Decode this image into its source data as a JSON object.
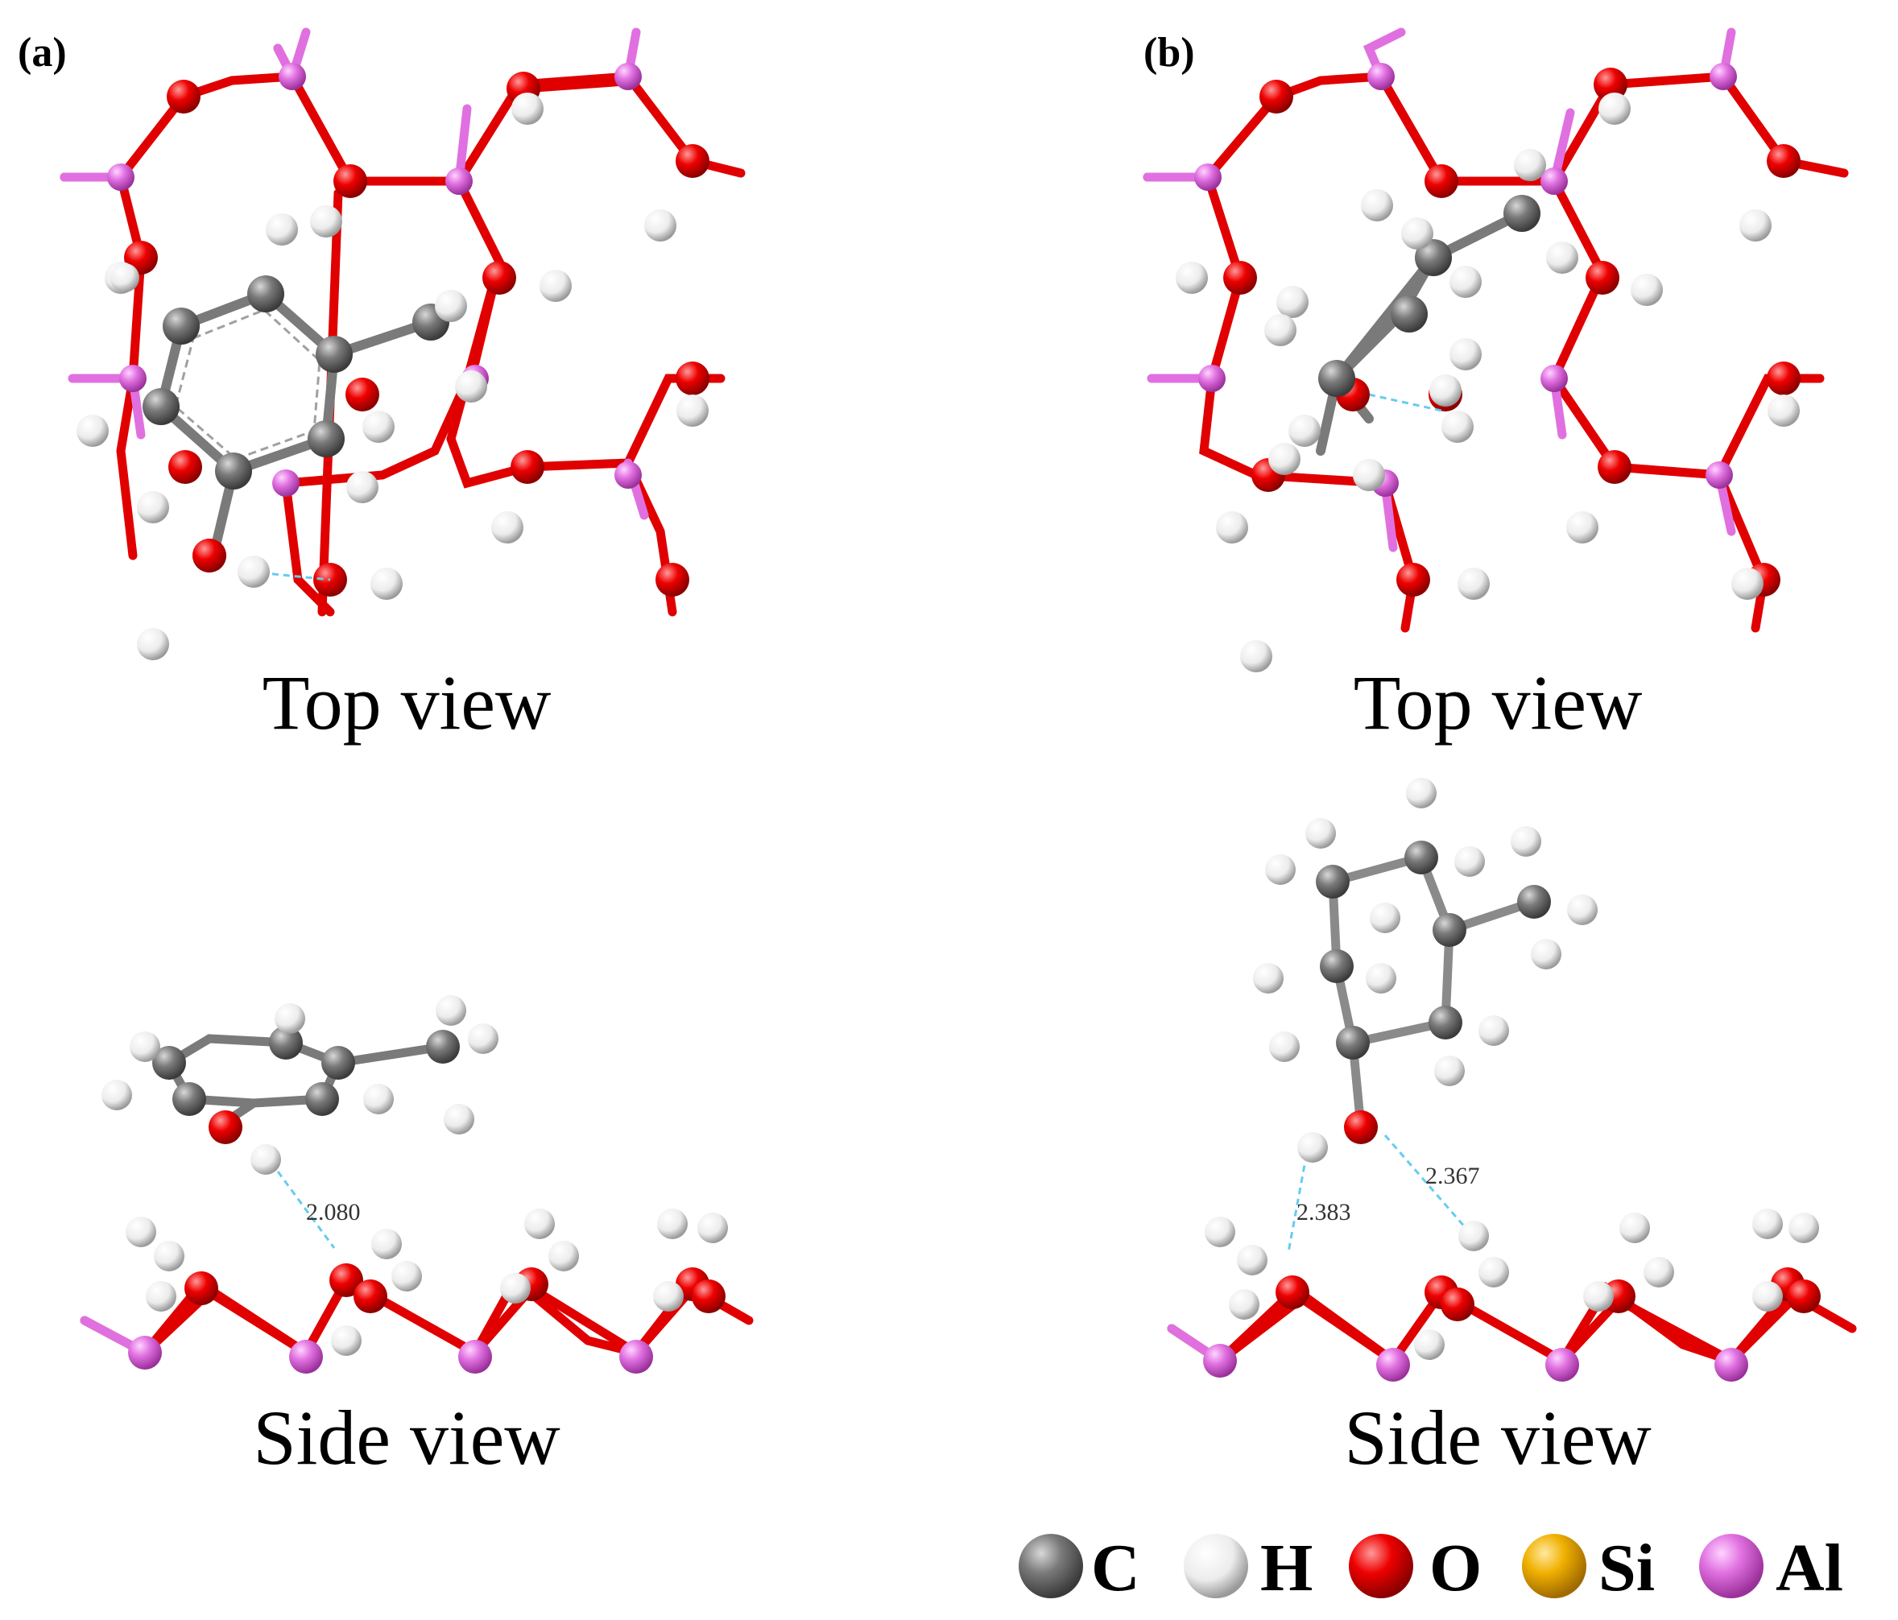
{
  "panels": [
    {
      "tag": "(a)",
      "top_caption": "Top view",
      "side_caption": "Side view",
      "distances": [
        "2.080"
      ]
    },
    {
      "tag": "(b)",
      "top_caption": "Top view",
      "side_caption": "Side view",
      "distances": [
        "2.383",
        "2.367"
      ]
    }
  ],
  "legend": [
    {
      "symbol": "C",
      "color": "#6b6b6b"
    },
    {
      "symbol": "H",
      "color": "#ececec"
    },
    {
      "symbol": "O",
      "color": "#e00000"
    },
    {
      "symbol": "Si",
      "color": "#f0b000"
    },
    {
      "symbol": "Al",
      "color": "#e070e0"
    }
  ],
  "colors": {
    "carbon": "#6b6b6b",
    "hydrogen": "#ececec",
    "oxygen": "#e00000",
    "aluminium": "#e070e0",
    "hbond": "#66ccee"
  }
}
